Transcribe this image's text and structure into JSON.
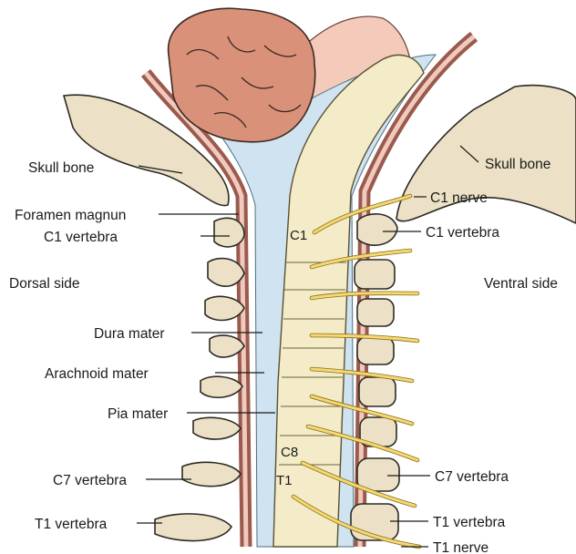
{
  "labels": {
    "skull_bone_left": "Skull bone",
    "skull_bone_right": "Skull bone",
    "foramen_magnum": "Foramen magnun",
    "c1_vertebra_left": "C1 vertebra",
    "c1_nerve": "C1 nerve",
    "c1_vertebra_right": "C1 vertebra",
    "dorsal_side": "Dorsal side",
    "ventral_side": "Ventral side",
    "dura_mater": "Dura mater",
    "arachnoid_mater": "Arachnoid mater",
    "pia_mater": "Pia mater",
    "c7_vertebra_left": "C7 vertebra",
    "c7_vertebra_right": "C7 vertebra",
    "t1_vertebra_left": "T1 vertebra",
    "t1_vertebra_right": "T1 vertebra",
    "t1_nerve": "T1 nerve"
  },
  "segments": {
    "c1": "C1",
    "c8": "C8",
    "t1": "T1"
  },
  "colors": {
    "cerebellum": "#d9917a",
    "cord": "#f4ecc8",
    "csf": "#cfe3f0",
    "dura": "#9a5a4d",
    "bone": "#ece1c6",
    "nerve": "#f3d873",
    "brainstem_tissue": "#f4cbbb"
  }
}
